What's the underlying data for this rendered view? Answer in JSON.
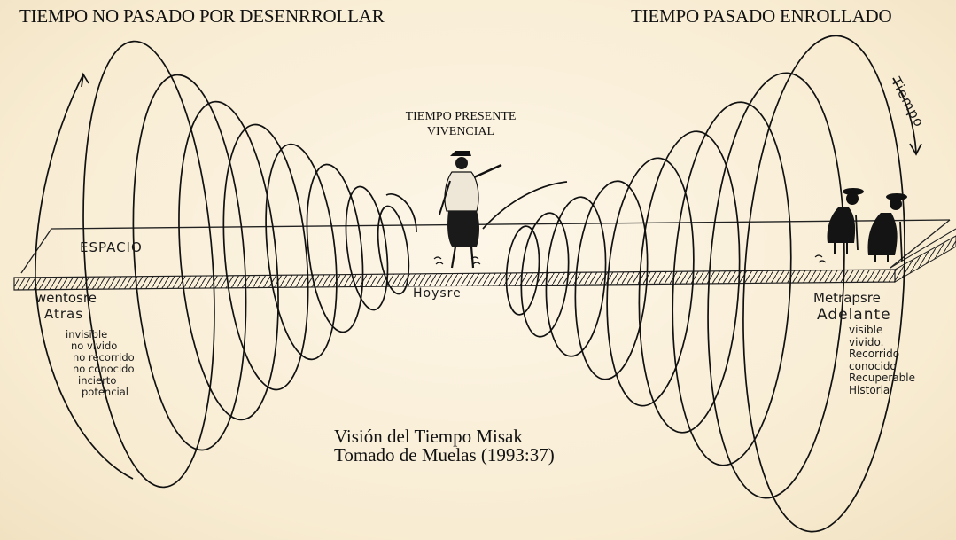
{
  "headings": {
    "left": "TIEMPO NO PASADO POR DESENRROLLAR",
    "right": "TIEMPO PASADO ENROLLADO"
  },
  "present": {
    "line1": "TIEMPO PRESENTE",
    "line2": "VIVENCIAL"
  },
  "plane": {
    "espacio": "ESPACIO",
    "center": "Hoysre"
  },
  "left_side": {
    "misak_word": "wentosre",
    "spanish_word": "Atras",
    "items": [
      "invisible",
      "no vivido",
      "no recorrido",
      "no conocido",
      "incierto",
      "potencial"
    ]
  },
  "right_side": {
    "misak_word": "Metrapsre",
    "spanish_word": "Adelante",
    "arrow_label": "Tiempo",
    "items": [
      "visible",
      "vivido.",
      "Recorrido",
      "conocido",
      "Recuperable",
      "Historia"
    ]
  },
  "caption": {
    "line1": "Visión del Tiempo Misak",
    "line2": "Tomado de Muelas (1993:37)"
  },
  "colors": {
    "paper": "#fbf1dd",
    "ink": "#111111"
  }
}
